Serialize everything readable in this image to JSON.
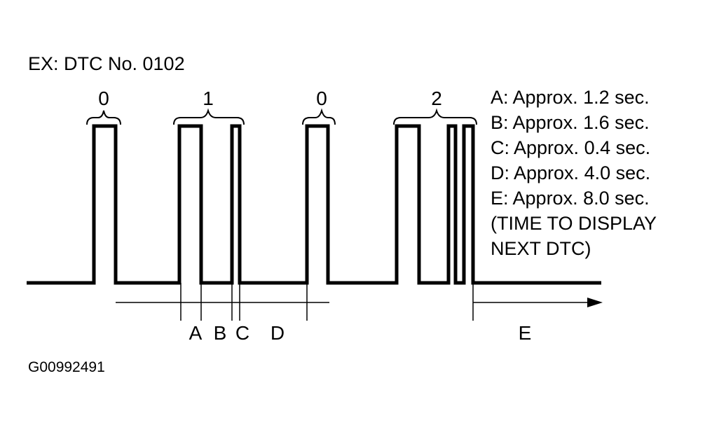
{
  "title": "EX: DTC No. 0102",
  "figure_id": "G00992491",
  "digits": [
    "0",
    "1",
    "0",
    "2"
  ],
  "interval_labels": [
    "A",
    "B",
    "C",
    "D",
    "E"
  ],
  "legend": [
    "A: Approx. 1.2 sec.",
    "B: Approx. 1.6 sec.",
    "C: Approx. 0.4 sec.",
    "D: Approx. 4.0 sec.",
    "E: Approx. 8.0 sec.",
    "(TIME TO DISPLAY",
    "NEXT DTC)"
  ],
  "colors": {
    "line": "#000000",
    "background": "#ffffff"
  }
}
